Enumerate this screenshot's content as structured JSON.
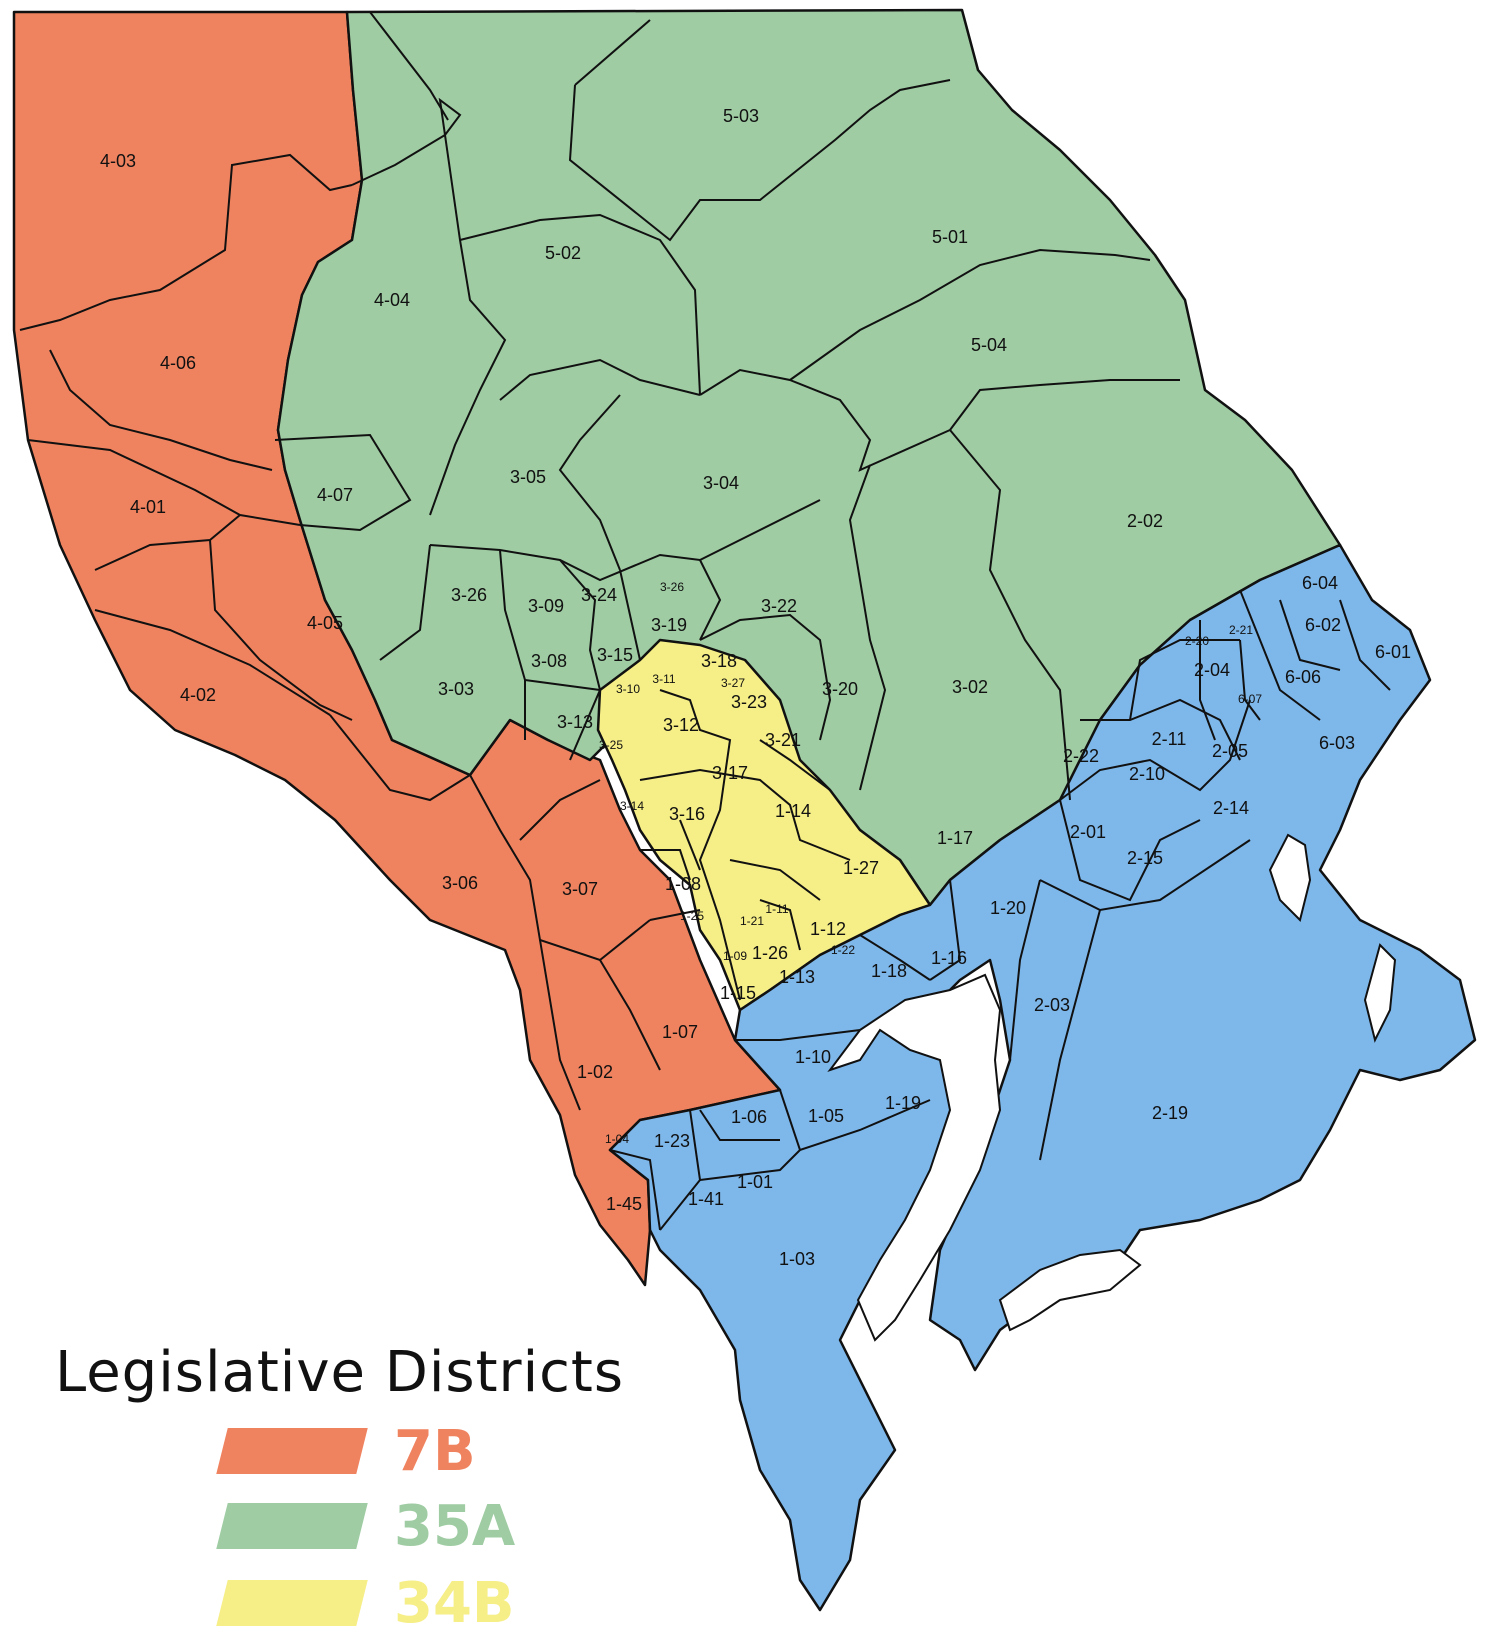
{
  "colors": {
    "district_7B": "#f0835f",
    "district_35A": "#9fcca3",
    "district_34B": "#f6ee86",
    "district_blue": "#7eb7ea",
    "outline": "#111111",
    "water": "#ffffff"
  },
  "legend": {
    "title": "Legislative Districts",
    "items": [
      {
        "label": "7B",
        "color": "#f0835f"
      },
      {
        "label": "35A",
        "color": "#9fcca3"
      },
      {
        "label": "34B",
        "color": "#f6ee86"
      }
    ]
  },
  "precincts": {
    "p4_03": "4-03",
    "p4_06": "4-06",
    "p4_01": "4-01",
    "p4_02": "4-02",
    "p4_05": "4-05",
    "p4_04": "4-04",
    "p4_07": "4-07",
    "p5_03": "5-03",
    "p5_02": "5-02",
    "p5_01": "5-01",
    "p5_04": "5-04",
    "p3_05": "3-05",
    "p3_04": "3-04",
    "p3_26a": "3-26",
    "p3_26b": "3-26",
    "p3_09": "3-09",
    "p3_24": "3-24",
    "p3_19": "3-19",
    "p3_22": "3-22",
    "p3_08": "3-08",
    "p3_15": "3-15",
    "p3_03": "3-03",
    "p3_13": "3-13",
    "p3_10": "3-10",
    "p3_11": "3-11",
    "p3_18": "3-18",
    "p3_27": "3-27",
    "p3_23": "3-23",
    "p3_12": "3-12",
    "p3_25": "3-25",
    "p3_21": "3-21",
    "p3_20": "3-20",
    "p3_02": "3-02",
    "p3_17": "3-17",
    "p3_14": "3-14",
    "p3_16": "3-16",
    "p3_06": "3-06",
    "p3_07": "3-07",
    "p2_02": "2-02",
    "p2_20": "2-20",
    "p2_21": "2-21",
    "p2_04": "2-04",
    "p2_22": "2-22",
    "p2_11": "2-11",
    "p2_10": "2-10",
    "p2_05": "2-05",
    "p2_14": "2-14",
    "p2_01": "2-01",
    "p2_15": "2-15",
    "p2_03": "2-03",
    "p2_19": "2-19",
    "p6_04": "6-04",
    "p6_02": "6-02",
    "p6_01": "6-01",
    "p6_06": "6-06",
    "p6_07": "6-07",
    "p6_03": "6-03",
    "p1_14": "1-14",
    "p1_17": "1-17",
    "p1_27": "1-27",
    "p1_08": "1-08",
    "p1_25": "1-25",
    "p1_21": "1-21",
    "p1_11": "1-11",
    "p1_12": "1-12",
    "p1_22": "1-22",
    "p1_26": "1-26",
    "p1_09": "1-09",
    "p1_13": "1-13",
    "p1_15": "1-15",
    "p1_18": "1-18",
    "p1_16": "1-16",
    "p1_20": "1-20",
    "p1_07": "1-07",
    "p1_10": "1-10",
    "p1_02": "1-02",
    "p1_06": "1-06",
    "p1_05": "1-05",
    "p1_19": "1-19",
    "p1_04": "1-04",
    "p1_23": "1-23",
    "p1_01": "1-01",
    "p1_41": "1-41",
    "p1_45": "1-45",
    "p1_03": "1-03"
  }
}
